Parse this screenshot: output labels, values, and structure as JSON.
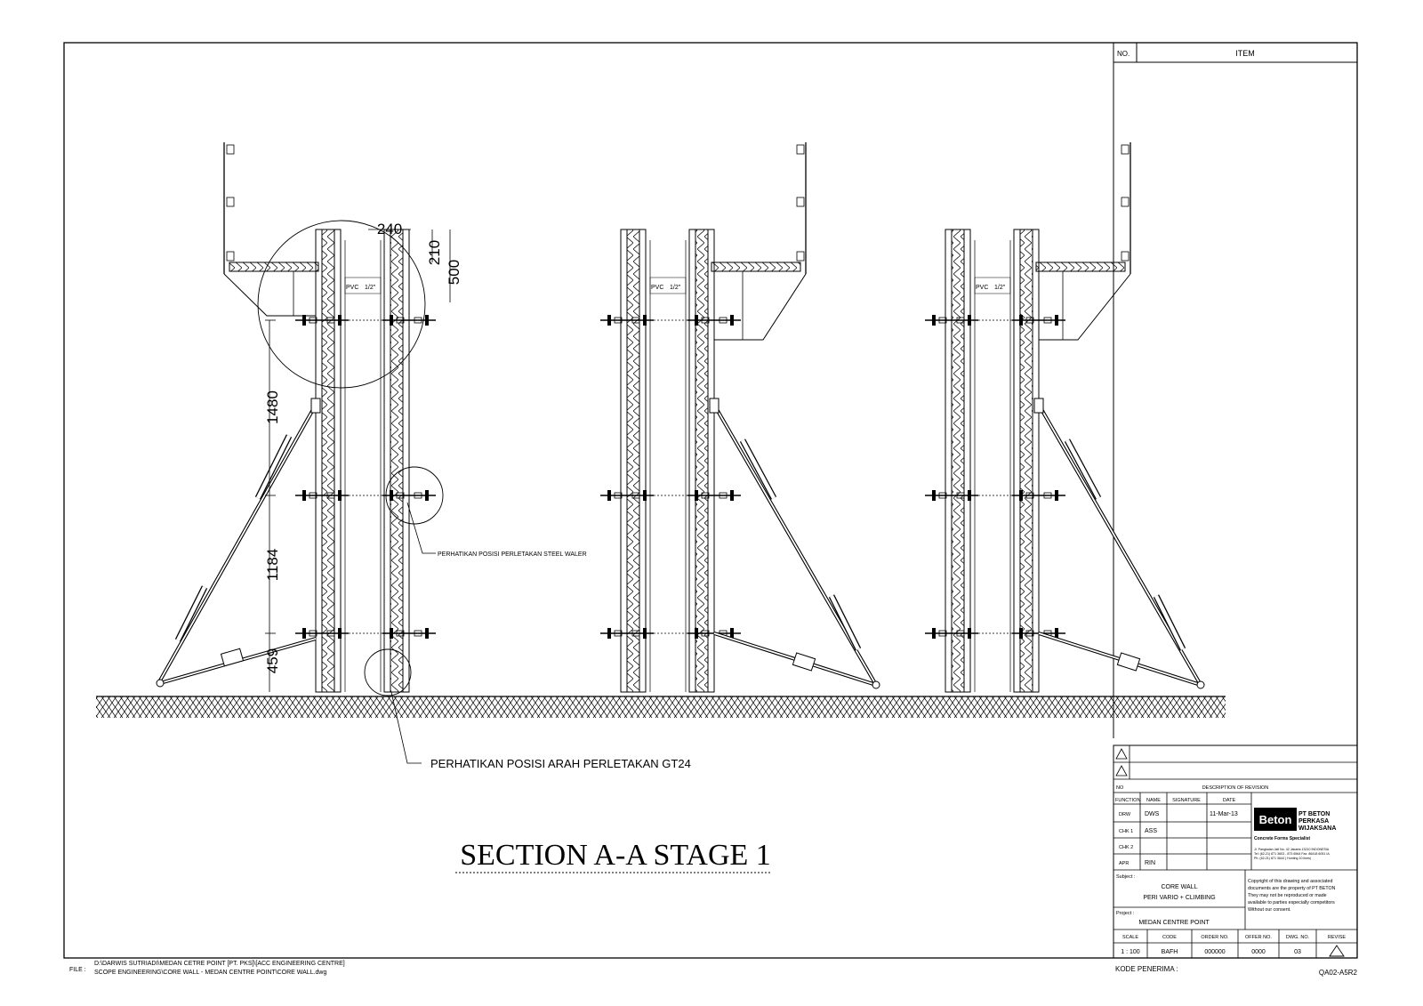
{
  "drawing": {
    "title": "SECTION A-A STAGE 1",
    "note_gt24": "PERHATIKAN POSISI ARAH PERLETAKAN GT24",
    "note_steel_waler": "PERHATIKAN POSISI PERLETAKAN STEEL WALER",
    "pvc_label": "PVC",
    "pvc_size": "1/2\"",
    "dim_240": "240",
    "dim_210": "210",
    "dim_500": "500",
    "dim_1480": "1480",
    "dim_1184": "1184",
    "dim_459": "459"
  },
  "item_table": {
    "no_label": "NO.",
    "item_label": "ITEM"
  },
  "title_block": {
    "no_label": "NO",
    "description_label": "DESCRIPTION OF REVISION",
    "function_label": "FUNCTION",
    "name_label": "NAME",
    "signature_label": "SIGNATURE",
    "date_label": "DATE",
    "rows": [
      {
        "function": "DRW",
        "name": "DWS",
        "date": "11-Mar-13"
      },
      {
        "function": "CHK 1",
        "name": "ASS",
        "date": ""
      },
      {
        "function": "CHK 2",
        "name": "",
        "date": ""
      },
      {
        "function": "APR",
        "name": "RIN",
        "date": ""
      }
    ],
    "logo_text": "Beton",
    "company_name_1": "PT BETON",
    "company_name_2": "PERKASA",
    "company_name_3": "WIJAKSANA",
    "company_tagline": "Concrete Forms Specialist",
    "address_1": "Jl. Pangkalan Jati No. 42 Jakarta 13210 INDONESIA",
    "address_2": "Tel: (62-21) 871 3603 - 873 6564 Fax: 86418 6051 IA",
    "address_3": "Ph: (62-21) 871 3644 ( Hunting 10 lines)",
    "subject_label": "Subject :",
    "subject_1": "CORE WALL",
    "subject_2": "PERI VARIO + CLIMBING",
    "project_label": "Project :",
    "project": "MEDAN CENTRE POINT",
    "copyright_1": "Copyright of this drawing and associated",
    "copyright_2": "documents are the property of PT BETON",
    "copyright_3": "They may not be reproduced or made",
    "copyright_4": "available to parties especially competitors",
    "copyright_5": "Without our consent.",
    "scale_label": "SCALE",
    "code_label": "CODE",
    "order_label": "ORDER NO.",
    "offer_label": "OFFER NO.",
    "dwg_label": "DWG. NO.",
    "revise_label": "REVISE",
    "scale": "1 : 100",
    "code": "BAFH",
    "order": "000000",
    "offer": "0000",
    "dwg": "03"
  },
  "footer": {
    "file_label": "FILE :",
    "file_line_1": "D:\\DARWIS SUTRIADI\\MEDAN CETRE POINT [PT. PKS]\\[ACC ENGINEERING CENTRE]",
    "file_line_2": "SCOPE ENGINEERING\\CORE WALL - MEDAN CENTRE POINT\\CORE WALL.dwg",
    "kode_penerima": "KODE PENERIMA :",
    "sheet_code": "QA02-A5R2"
  }
}
